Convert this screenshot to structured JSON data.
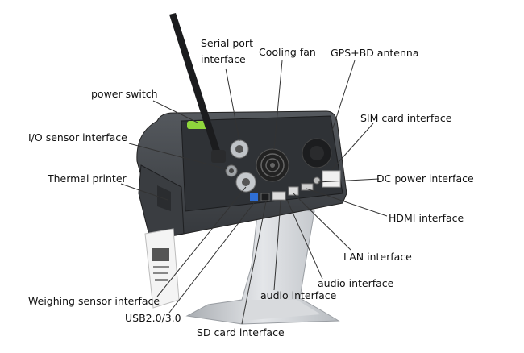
{
  "labels": {
    "serial_port": "Serial port interface",
    "cooling_fan": "Cooling fan",
    "gps_antenna": "GPS+BD antenna",
    "power_switch": "power switch",
    "sim_card": "SIM card interface",
    "io_sensor": "I/O sensor interface",
    "thermal_printer": "Thermal printer",
    "dc_power": "DC power interface",
    "hdmi": "HDMI interface",
    "lan": "LAN interface",
    "audio_right": "audio interface",
    "weighing_sensor": "Weighing sensor interface",
    "audio_bottom": "audio interface",
    "usb": "USB2.0/3.0",
    "sd_card": "SD card interface"
  },
  "colors": {
    "body": "#3f4246",
    "panel": "#2b2d30",
    "stand": "#c9ccd0",
    "accent_green": "#8fd63c",
    "usb_blue": "#2f6fd6",
    "leader": "#333333"
  }
}
